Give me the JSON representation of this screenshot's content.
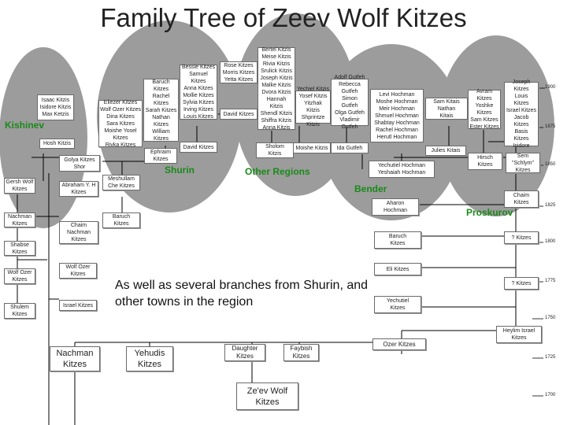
{
  "title": "Family Tree of Zeev Wolf Kitzes",
  "note": "As well as several branches from Shurin, and other towns in the region",
  "regions": {
    "kishinev": "Kishinev",
    "shurin": "Shurin",
    "other": "Other Regions",
    "bender": "Bender",
    "proskurov": "Proskurov"
  },
  "years": [
    "1900",
    "1875",
    "1850",
    "1825",
    "1800",
    "1775",
    "1750",
    "1725",
    "1700"
  ],
  "people": {
    "isaac_group": "Isaac Kitzis\nIsidore Kitzis\nMax Ketzis",
    "hosh": "Hosh Kitzis",
    "golya": "Golya Kitzes\nShor",
    "gersh_wolf": "Gersh Wolf\nKitzes",
    "abraham": "Abraham Y. H\nKitzes",
    "meshullam": "Meshullam\nChe Kitzes",
    "nachman1": "Nachman\nKitzes",
    "chaim_nachman": "Chaim\nNachman\nKitzes",
    "baruch1": "Baruch\nKitzes",
    "shabse": "Shabse\nKitzes",
    "wolf_ozer1": "Wolf Ozer\nKitzes",
    "wolf_ozer2": "Wolf Ozer\nKitzes",
    "shulem": "Shulem\nKitzes",
    "israel1": "Israel Kitzes",
    "nachman2": "Nachman\nKitzes",
    "yehudis": "Yehudis\nKitzes",
    "daughter": "Daughter\nKitzes",
    "faybish": "Faybish\nKitzes",
    "zeev": "Ze'ev Wolf\nKitzes",
    "ozer": "Ozer Kitzes",
    "eliezer_group": "Eliezer Kitzes\nWolf Ozer Kitzes\nDina Kitzes\nSara Kitzes\nMoishe Yosel\nKitzes\nRivka Kitzes",
    "baruch_group": "Baruch\nKitzes\nRachel\nKitzes\nSarah Kitzes\nNathan\nKitzes\nWilliam\nKitzes",
    "bessie_group": "Bessie Kitzes\nSamuel\nKitzes\nAnna Kitzes\nMollie Kitzes\nSylvia Kitzes\nIrving Kitzes\nLouis Kitzes",
    "rose_group": "Rose Kitzes\nMorris Kitzes\nYetta Kitzes",
    "ephraim": "Ephraim\nKitzes",
    "david1": "David Kitzes",
    "david2": "David Kitzes",
    "bertel_group": "Bertel Kitzis\nMeise Kitzis\nRivia Kitzis\nSrulick Kitzis\nJoseph Kitzis\nMalke Kitzis\nDvora Kitzis\nHannah\nKitzis\nShendl Kitzis\nShiffra Kitzis\nAnna Kitzis",
    "yechiel_group": "Yechiel Kitzis\nYosef Kitzis\nYitzhak Kitzis\nShprintze\nKitzis",
    "adolf_group": "Adolf Gutfeh\nRebecca\nGutfeh\nSimon\nGutfeh\nOlga Gutfeh\nVladimir\nGutfeh",
    "sholom": "Sholom\nKitzis",
    "moishe": "Moishe Kitzis",
    "ida": "Ida Gutfeh",
    "levi_group": "Levi Hochman\nMoshe Hochman\nMeir Hochman\nShmuel Hochman\nShabtay Hochman\nRachel Hochman\nHerutl Hochman",
    "sam_group": "Sam Kitais\nNathan\nKitais",
    "juliet": "Julies Kitais",
    "avram_group": "Avram\nKitzes\nYoshke\nKitzes\nSam Kitzes\nEster Kitzes",
    "joseph_group": "Joseph\nKitzes\nLouis\nKitzes\nIsrael Kitzes\nJacob\nKitzes\nBasis\nKitzes\nIsidore",
    "hirsch": "Hirsch\nKitzes",
    "sem": "Sem\n\"Schlym\"\nKitzes",
    "yechutiel": "Yechutiel Hochman\nYeshaiah Hochman",
    "aharon": "Aharon\nHochman",
    "chaim2": "Chaim\nKitzes",
    "baruch3": "Baruch\nKitzes",
    "k1": "? Kitzes",
    "eli": "Eli Kitzes",
    "k2": "? Kitzes",
    "yechutiel2": "Yechutiel\nKitzes",
    "israel2": "Heylim Israel\nKitzes"
  }
}
